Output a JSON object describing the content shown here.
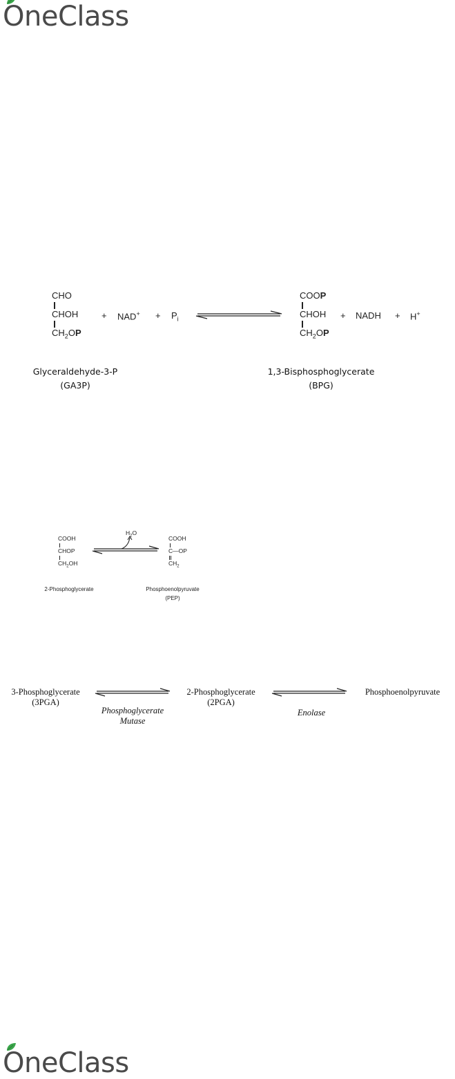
{
  "logo": {
    "first_letter": "O",
    "rest": "neClass",
    "color": "#4a4a4a",
    "leaf_color": "#3aa64a"
  },
  "reaction1": {
    "left_lines": [
      "CHO",
      "CHOH",
      "CH",
      "2",
      "O",
      "P"
    ],
    "plus": "+",
    "nad": "NAD",
    "nad_sup": "+",
    "pi": "P",
    "pi_sub": "i",
    "right_lines": [
      "COO",
      "P",
      "CHOH",
      "CH",
      "2",
      "O",
      "P"
    ],
    "nadh": "NADH",
    "h": "H",
    "h_sup": "+",
    "left_name": "Glyceraldehyde-3-P",
    "left_abbr": "(GA3P)",
    "right_name": "1,3-Bisphosphoglycerate",
    "right_abbr": "(BPG)"
  },
  "reaction2": {
    "left_lines": [
      "COOH",
      "CHOP",
      "CH",
      "2",
      "OH"
    ],
    "water": "H",
    "water_sub": "2",
    "water_o": "O",
    "right_lines": [
      "COOH",
      "C",
      "—OP",
      "CH",
      "2"
    ],
    "left_name": "2-Phosphoglycerate",
    "right_name": "Phosphoenolpyruvate",
    "right_abbr": "(PEP)"
  },
  "reaction3": {
    "c1": "3-Phosphoglycerate",
    "c1_abbr": "(3PGA)",
    "c2": "2-Phosphoglycerate",
    "c2_abbr": "(2PGA)",
    "c3": "Phosphoenolpyruvate",
    "enzyme1_line1": "Phosphoglycerate",
    "enzyme1_line2": "Mutase",
    "enzyme2": "Enolase"
  }
}
